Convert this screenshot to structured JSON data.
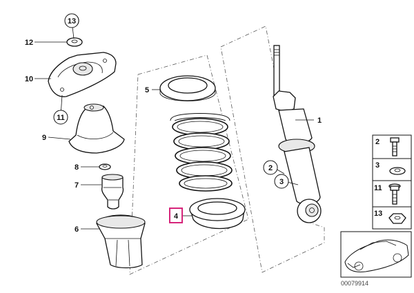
{
  "callouts": {
    "c1": "1",
    "c2": "2",
    "c3": "3",
    "c4": "4",
    "c5": "5",
    "c6": "6",
    "c7": "7",
    "c8": "8",
    "c9": "9",
    "c10": "10",
    "c11": "11",
    "c12": "12",
    "c13": "13"
  },
  "sidebar": {
    "items": [
      {
        "number": "2"
      },
      {
        "number": "3"
      },
      {
        "number": "11"
      },
      {
        "number": "13"
      }
    ]
  },
  "diagram_code": "00079914",
  "colors": {
    "highlight": "#d6247a",
    "ink": "#111111"
  }
}
